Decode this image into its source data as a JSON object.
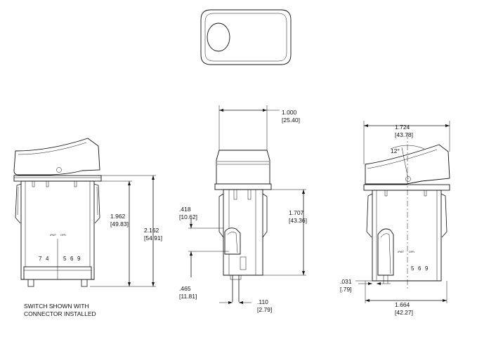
{
  "dimensions": {
    "width_top": {
      "inch": "1.000",
      "mm": "[25.40]"
    },
    "width_side": {
      "inch": "1.724",
      "mm": "[43.78]"
    },
    "angle": "12°",
    "height_body": {
      "inch": "1.962",
      "mm": "[49.83]"
    },
    "height_total": {
      "inch": "2.162",
      "mm": "[54.91]"
    },
    "height_end": {
      "inch": "1.707",
      "mm": "[43.36]"
    },
    "upper_offset": {
      "inch": ".418",
      "mm": "[10.62]"
    },
    "lower_offset": {
      "inch": ".465",
      "mm": "[11.81]"
    },
    "terminal": {
      "inch": ".110",
      "mm": "[2.79]"
    },
    "thickness": {
      "inch": ".031",
      "mm": "[.79]"
    },
    "base_width": {
      "inch": "1.664",
      "mm": "[42.27]"
    }
  },
  "pins_front": [
    "7",
    "4",
    "5",
    "6",
    "9"
  ],
  "pins_side": [
    "5",
    "6",
    "9"
  ],
  "markings": [
    "•PWT",
    "OFF•"
  ],
  "note": [
    "SWITCH SHOWN WITH",
    "CONNECTOR INSTALLED"
  ]
}
